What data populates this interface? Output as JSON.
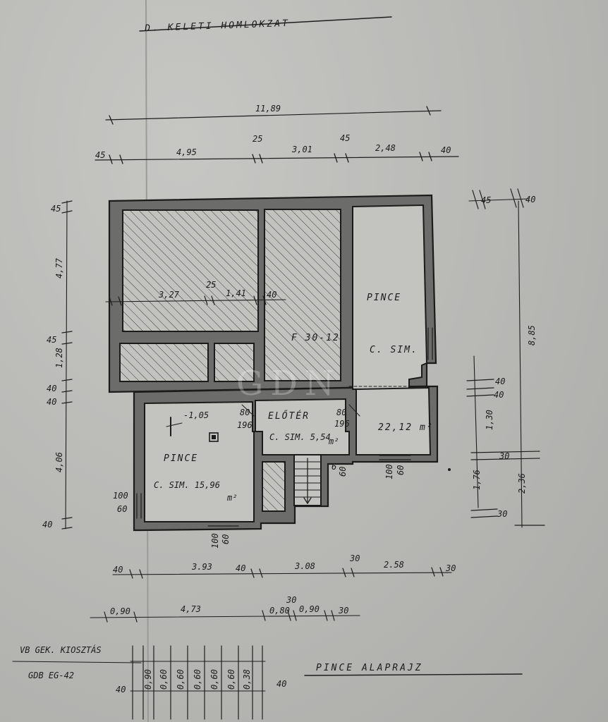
{
  "header": {
    "title": "D. KELETI HOMLOKZAT"
  },
  "dims_top": {
    "overall": "11,89",
    "l45": "45",
    "d495": "4,95",
    "d25": "25",
    "d301": "3,01",
    "d45b": "45",
    "d248": "2,48",
    "d40": "40"
  },
  "dims_left": {
    "d45": "45",
    "d477": "4,77",
    "d45b": "45",
    "d128": "1,28",
    "d40a": "40",
    "d40b": "40",
    "d406": "4,06",
    "d40c": "40"
  },
  "dims_right": {
    "d45": "45",
    "d40": "40",
    "d885": "8,85",
    "d40a": "40",
    "d40b": "40",
    "d130": "1,30",
    "d30a": "30",
    "d176": "1,76",
    "d236": "2,36",
    "d30b": "30"
  },
  "interior": {
    "d327": "3,27",
    "d25": "25",
    "d141": "1,41",
    "d40": "40",
    "lintel": "F 30-12",
    "pince_upper": "PINCE",
    "csim_upper": "C. SIM.",
    "lvl": "-1,05",
    "d80a": "80",
    "d196a": "196",
    "d80b": "80",
    "d196b": "196",
    "eloter": "ELŐTÉR",
    "csim_eloter": "C. SIM. 5,54",
    "m2_eloter": "m²",
    "area_right": "22,12 m²",
    "pince_lower": "PINCE",
    "csim_lower": "C. SIM. 15,96",
    "m2_lower": "m²",
    "d100a": "100",
    "d60a": "60",
    "d100b": "100",
    "d60b": "60",
    "d100c": "100",
    "d60c": "60",
    "d6": "6",
    "d60d": "60"
  },
  "dims_bottom1": {
    "d40": "40",
    "d393": "3.93",
    "d40b": "40",
    "d308": "3.08",
    "d30": "30",
    "d258": "2.58",
    "d30b": "30"
  },
  "dims_bottom2": {
    "d090": "0,90",
    "d473": "4,73",
    "d30": "30",
    "d080": "0,80",
    "d090b": "0,90",
    "d30b": "30"
  },
  "footer": {
    "note1": "VB GEK. KIOSZTÁS",
    "note2": "GDB EG-42",
    "title": "PINCE ALAPRAJZ",
    "strip": [
      "40",
      "0,90",
      "0,60",
      "0,60",
      "0,60",
      "0,60",
      "0,60",
      "0,38",
      "40"
    ]
  },
  "watermark": "GDN",
  "colors": {
    "paper": "#b8b8b6",
    "ink": "#1e1e1e",
    "wall": "#6c6c6a"
  }
}
